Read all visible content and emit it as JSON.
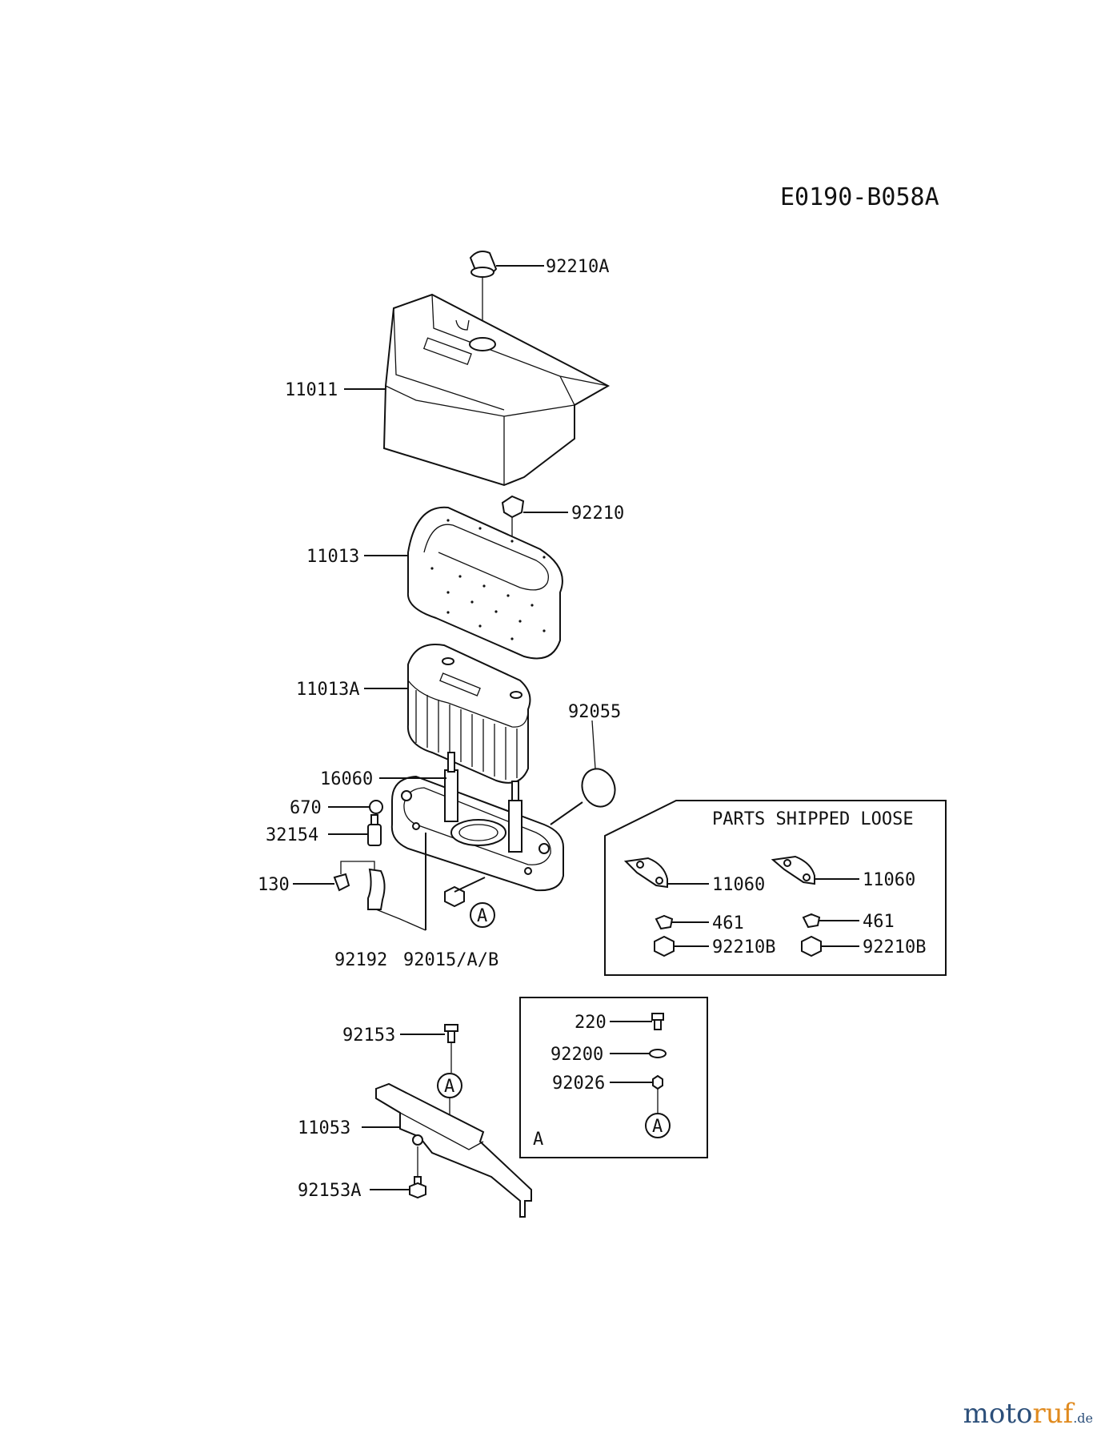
{
  "diagram_code": "E0190-B058A",
  "labels": {
    "p92210A": "92210A",
    "p11011": "11011",
    "p92210": "92210",
    "p11013": "11013",
    "p11013A": "11013A",
    "p92055": "92055",
    "p16060": "16060",
    "p670": "670",
    "p32154": "32154",
    "p130": "130",
    "p92192": "92192",
    "p92015": "92015/A/B",
    "p92153": "92153",
    "p11053": "11053",
    "p92153A": "92153A",
    "p220": "220",
    "p92200": "92200",
    "p92026": "92026"
  },
  "ref_marker": "A",
  "loose_box": {
    "title": "PARTS SHIPPED LOOSE",
    "left_col": {
      "gasket": "11060",
      "washer": "461",
      "nut": "92210B"
    },
    "right_col": {
      "gasket": "11060",
      "washer": "461",
      "nut": "92210B"
    }
  },
  "detail_box": {
    "label": "A"
  },
  "watermark": {
    "main": "moto",
    "accent": "ruf",
    "suffix": ".de"
  }
}
